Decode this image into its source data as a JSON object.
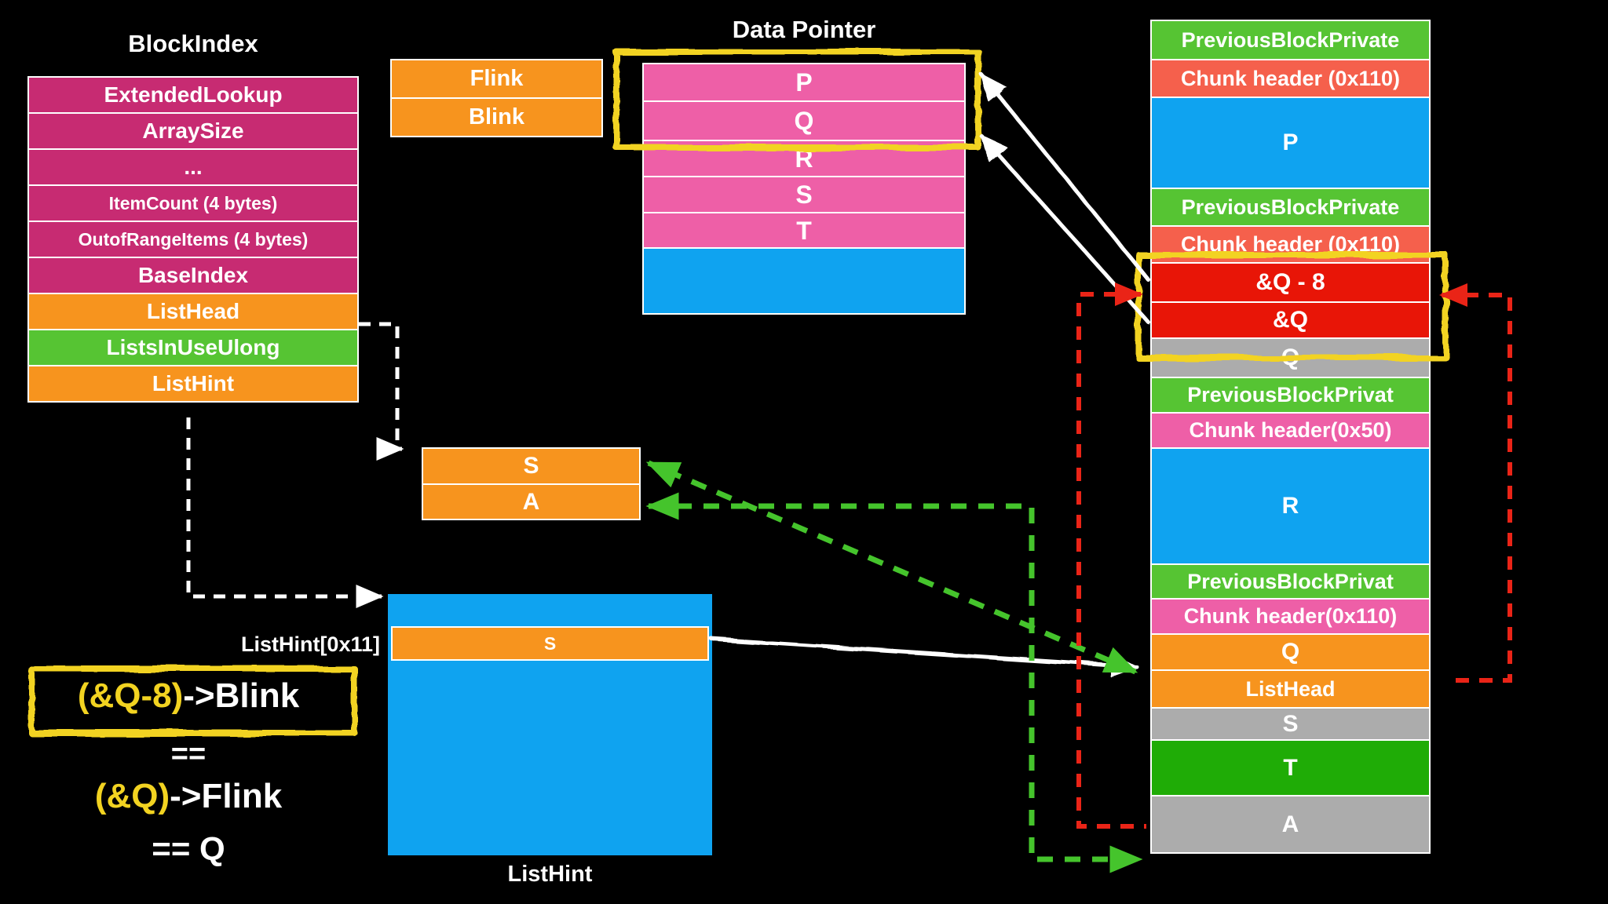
{
  "blockindex": {
    "title": "BlockIndex",
    "rows": [
      {
        "label": "ExtendedLookup",
        "color": "magenta"
      },
      {
        "label": "ArraySize",
        "color": "magenta"
      },
      {
        "label": "...",
        "color": "magenta"
      },
      {
        "label": "ItemCount (4 bytes)",
        "color": "magenta"
      },
      {
        "label": "OutofRangeItems (4 bytes)",
        "color": "magenta"
      },
      {
        "label": "BaseIndex",
        "color": "magenta"
      },
      {
        "label": "ListHead",
        "color": "orange"
      },
      {
        "label": "ListsInUseUlong",
        "color": "green"
      },
      {
        "label": "ListHint",
        "color": "orange"
      }
    ]
  },
  "flink_blink": {
    "rows": [
      {
        "label": "Flink",
        "color": "orange"
      },
      {
        "label": "Blink",
        "color": "orange"
      }
    ]
  },
  "data_pointer": {
    "title": "Data Pointer",
    "rows": [
      {
        "label": "P",
        "color": "pink"
      },
      {
        "label": "Q",
        "color": "pink"
      },
      {
        "label": "R",
        "color": "pink"
      },
      {
        "label": "S",
        "color": "pink"
      },
      {
        "label": "T",
        "color": "pink"
      },
      {
        "label": "",
        "color": "blue"
      }
    ]
  },
  "mid_links": {
    "rows": [
      {
        "label": "S",
        "color": "orange"
      },
      {
        "label": "A",
        "color": "orange"
      }
    ]
  },
  "listhint": {
    "pointer_label": "ListHint[0x11]",
    "slot_label": "S",
    "caption": "ListHint"
  },
  "heap": {
    "rows": [
      {
        "label": "PreviousBlockPrivate",
        "color": "green"
      },
      {
        "label": "Chunk header (0x110)",
        "color": "tomato"
      },
      {
        "label": "P",
        "color": "blue"
      },
      {
        "label": "PreviousBlockPrivate",
        "color": "green"
      },
      {
        "label": "Chunk header (0x110)",
        "color": "tomato"
      },
      {
        "label": "&Q - 8",
        "color": "red"
      },
      {
        "label": "&Q",
        "color": "red"
      },
      {
        "label": "Q",
        "color": "gray"
      },
      {
        "label": "PreviousBlockPrivat",
        "color": "green"
      },
      {
        "label": "Chunk header(0x50)",
        "color": "pink"
      },
      {
        "label": "R",
        "color": "blue"
      },
      {
        "label": "PreviousBlockPrivat",
        "color": "green"
      },
      {
        "label": "Chunk header(0x110)",
        "color": "pink"
      },
      {
        "label": "Q",
        "color": "orange"
      },
      {
        "label": "ListHead",
        "color": "orange"
      },
      {
        "label": "S",
        "color": "gray"
      },
      {
        "label": "T",
        "color": "green_dark"
      },
      {
        "label": "A",
        "color": "gray"
      }
    ]
  },
  "equation": {
    "line1_highlight": "(&Q-8)",
    "line1_rest": "->Blink",
    "line2": "==",
    "line3_highlight": "(&Q)",
    "line3_rest": "->Flink",
    "line4": "== Q"
  },
  "colors": {
    "magenta": "#C72B72",
    "orange": "#F7941E",
    "green": "#56C433",
    "green_dark": "#1FAC06",
    "blue": "#0FA3F0",
    "pink": "#EE5FA7",
    "tomato": "#F5604C",
    "red": "#E81507",
    "gray": "#ACACAC",
    "yellow": "#F2D321",
    "arrow_red": "#EA2417",
    "arrow_green": "#45C42C",
    "arrow_white": "#FFFFFF"
  }
}
